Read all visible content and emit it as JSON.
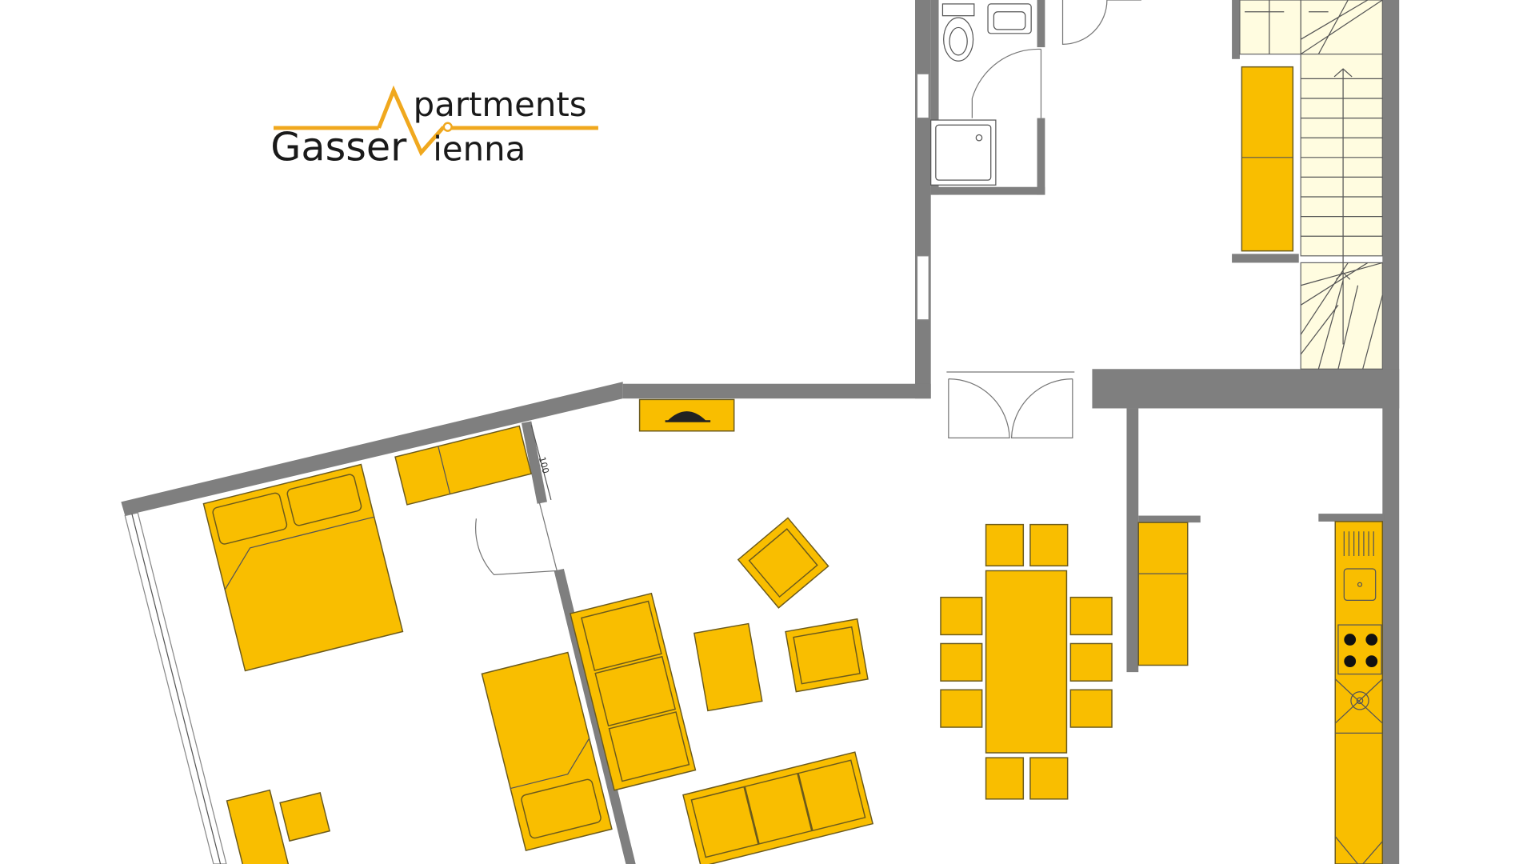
{
  "logo": {
    "word1": "Gasser",
    "word2_rest": "partments",
    "word3_rest": "ienna",
    "brand_color": "#f0a81e"
  },
  "dimension_label": "100",
  "colors": {
    "wall": "#7f7f7f",
    "furniture": "#f9be00",
    "stairs": "#fffce0"
  }
}
